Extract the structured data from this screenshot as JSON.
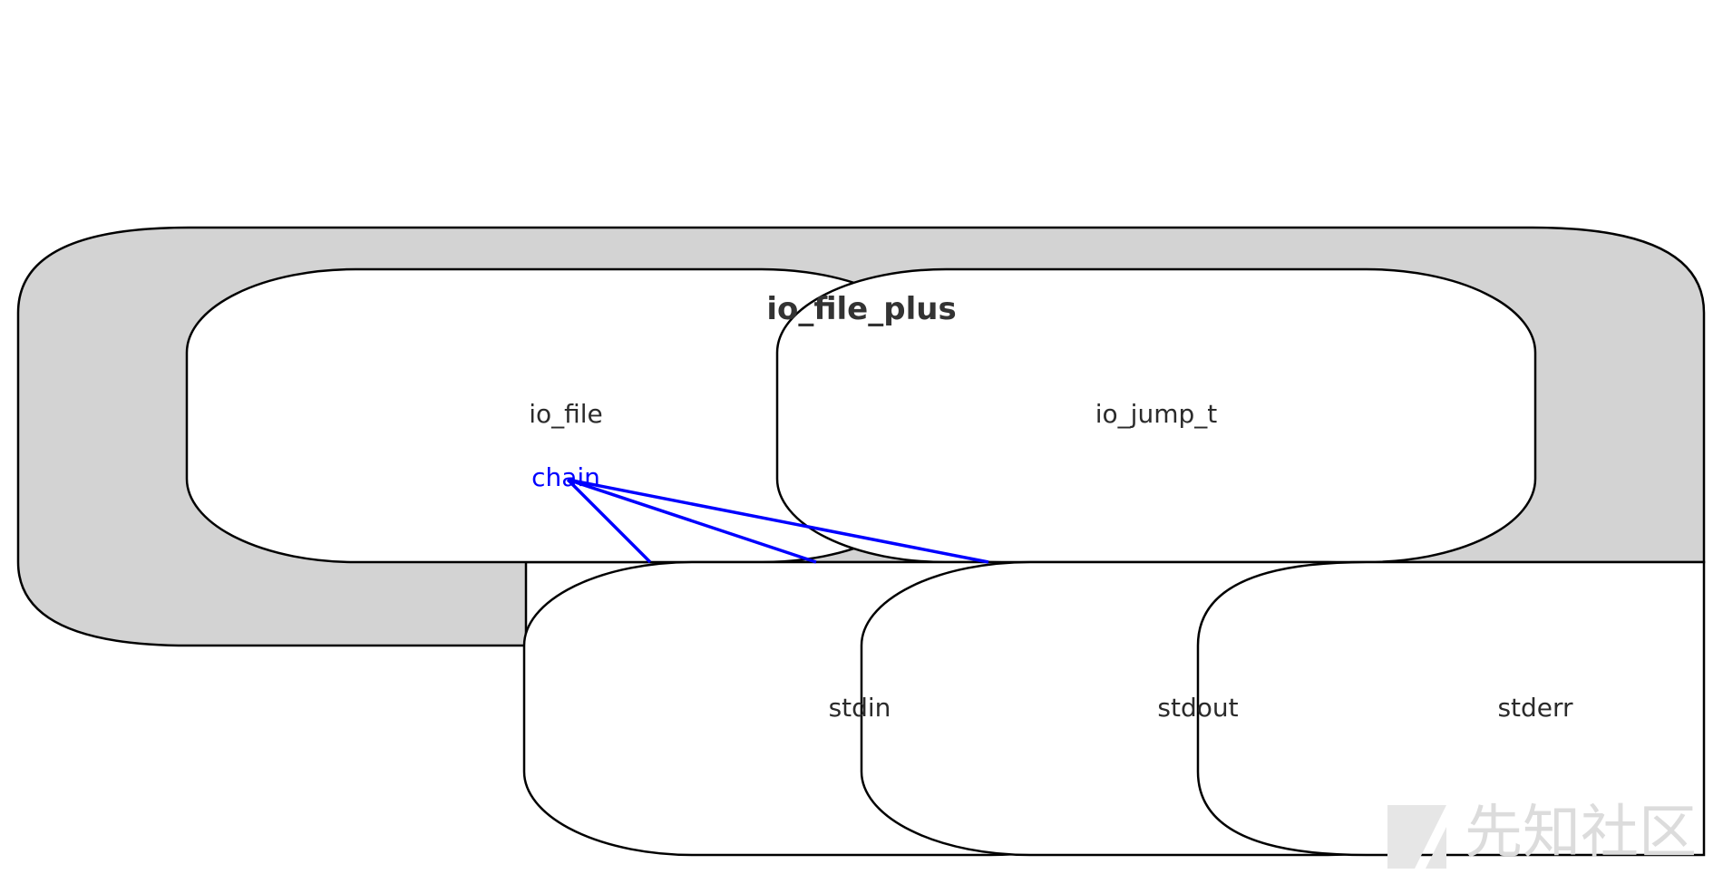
{
  "diagram": {
    "title": "io_file_plus",
    "nodes": {
      "io_file": "io_file",
      "io_jump_t": "io_jump_t",
      "stdin": "stdin",
      "stdout": "stdout",
      "stderr": "stderr"
    },
    "chain_label": "chain",
    "edges": [
      {
        "from": "chain",
        "to": "stdin"
      },
      {
        "from": "chain",
        "to": "stdout"
      },
      {
        "from": "chain",
        "to": "stderr"
      }
    ]
  },
  "watermark": {
    "text": "先知社区"
  },
  "colors": {
    "container_fill": "#d3d3d3",
    "node_fill": "#ffffff",
    "stroke": "#000000",
    "edge": "#0000ff",
    "watermark": "#dcdcdc"
  }
}
